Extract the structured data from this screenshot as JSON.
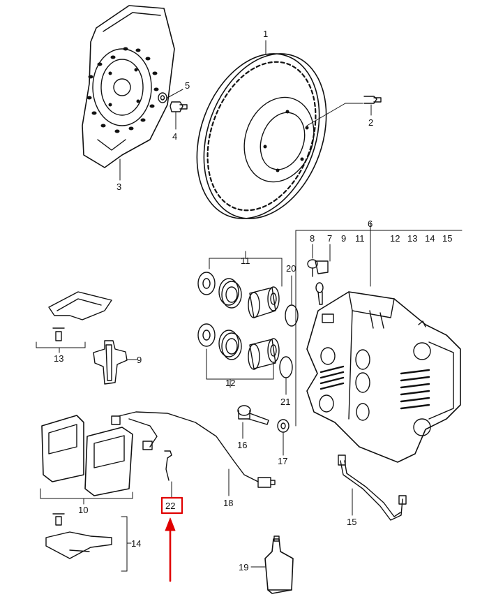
{
  "diagram": {
    "labels": {
      "n1": "1",
      "n2": "2",
      "n3": "3",
      "n4": "4",
      "n5": "5",
      "n6": "6",
      "n7": "7",
      "n8": "8",
      "n9": "9",
      "n10": "10",
      "n11": "11",
      "n12": "12",
      "n13": "13",
      "n14": "14",
      "n15": "15",
      "n16": "16",
      "n17": "17",
      "n18": "18",
      "n19": "19",
      "n20": "20",
      "n21": "21",
      "n22": "22",
      "h6_8": "8",
      "h6_7": "7",
      "h6_9": "9",
      "h6_11": "11",
      "h6_12": "12",
      "h6_13": "13",
      "h6_14": "14",
      "h6_15": "15"
    },
    "highlight": {
      "label": "22",
      "box_color": "#e00000",
      "arrow_color": "#e00000"
    },
    "line_color": "#111111"
  }
}
